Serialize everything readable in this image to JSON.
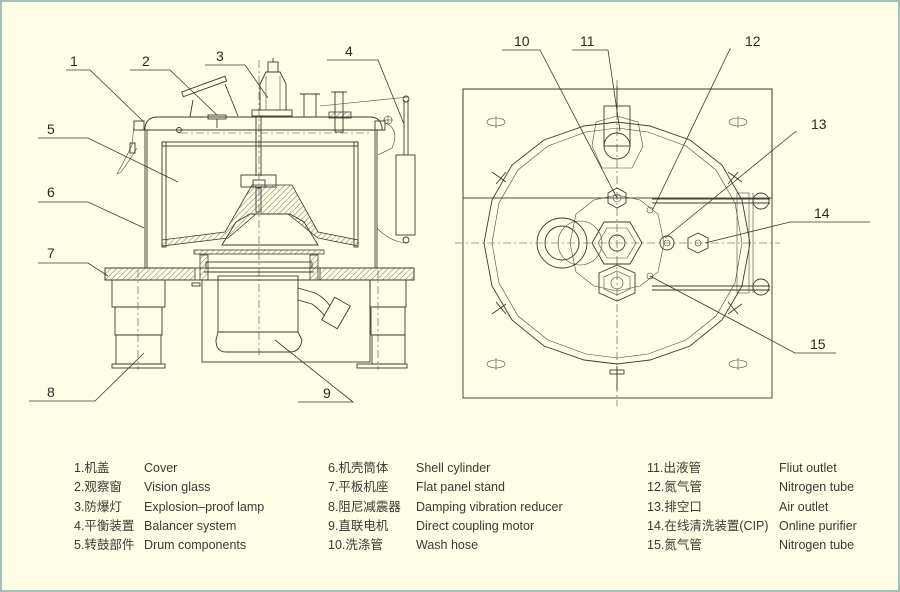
{
  "diagram": {
    "title": "Flat plate centrifuge structure diagram",
    "views": [
      "side-section",
      "top-view"
    ],
    "callouts": [
      {
        "num": "1"
      },
      {
        "num": "2"
      },
      {
        "num": "3"
      },
      {
        "num": "4"
      },
      {
        "num": "5"
      },
      {
        "num": "6"
      },
      {
        "num": "7"
      },
      {
        "num": "8"
      },
      {
        "num": "9"
      },
      {
        "num": "10"
      },
      {
        "num": "11"
      },
      {
        "num": "12"
      },
      {
        "num": "13"
      },
      {
        "num": "14"
      },
      {
        "num": "15"
      }
    ]
  },
  "legend": {
    "col1": [
      {
        "cn": "1.机盖",
        "en": "Cover"
      },
      {
        "cn": "2.观察窗",
        "en": "Vision glass"
      },
      {
        "cn": "3.防爆灯",
        "en": "Explosion–proof lamp"
      },
      {
        "cn": "4.平衡装置",
        "en": "Balancer system"
      },
      {
        "cn": "5.转鼓部件",
        "en": "Drum components"
      }
    ],
    "col2": [
      {
        "cn": "6.机壳筒体",
        "en": "Shell cylinder"
      },
      {
        "cn": "7.平板机座",
        "en": "Flat panel stand"
      },
      {
        "cn": "8.阻尼减震器",
        "en": "Damping vibration reducer"
      },
      {
        "cn": "9.直联电机",
        "en": "Direct coupling motor"
      },
      {
        "cn": "10.洗涤管",
        "en": "Wash hose"
      }
    ],
    "col3": [
      {
        "cn": "11.出液管",
        "en": "Fliut outlet"
      },
      {
        "cn": "12.氮气管",
        "en": "Nitrogen tube"
      },
      {
        "cn": "13.排空口",
        "en": "Air outlet"
      },
      {
        "cn": "14.在线清洗装置(CIP)",
        "en": "Online purifier"
      },
      {
        "cn": "15.氮气管",
        "en": "Nitrogen tube"
      }
    ]
  },
  "colors": {
    "background": "#fefee6",
    "frame": "#9fc2b8",
    "line": "#3a3a30"
  }
}
